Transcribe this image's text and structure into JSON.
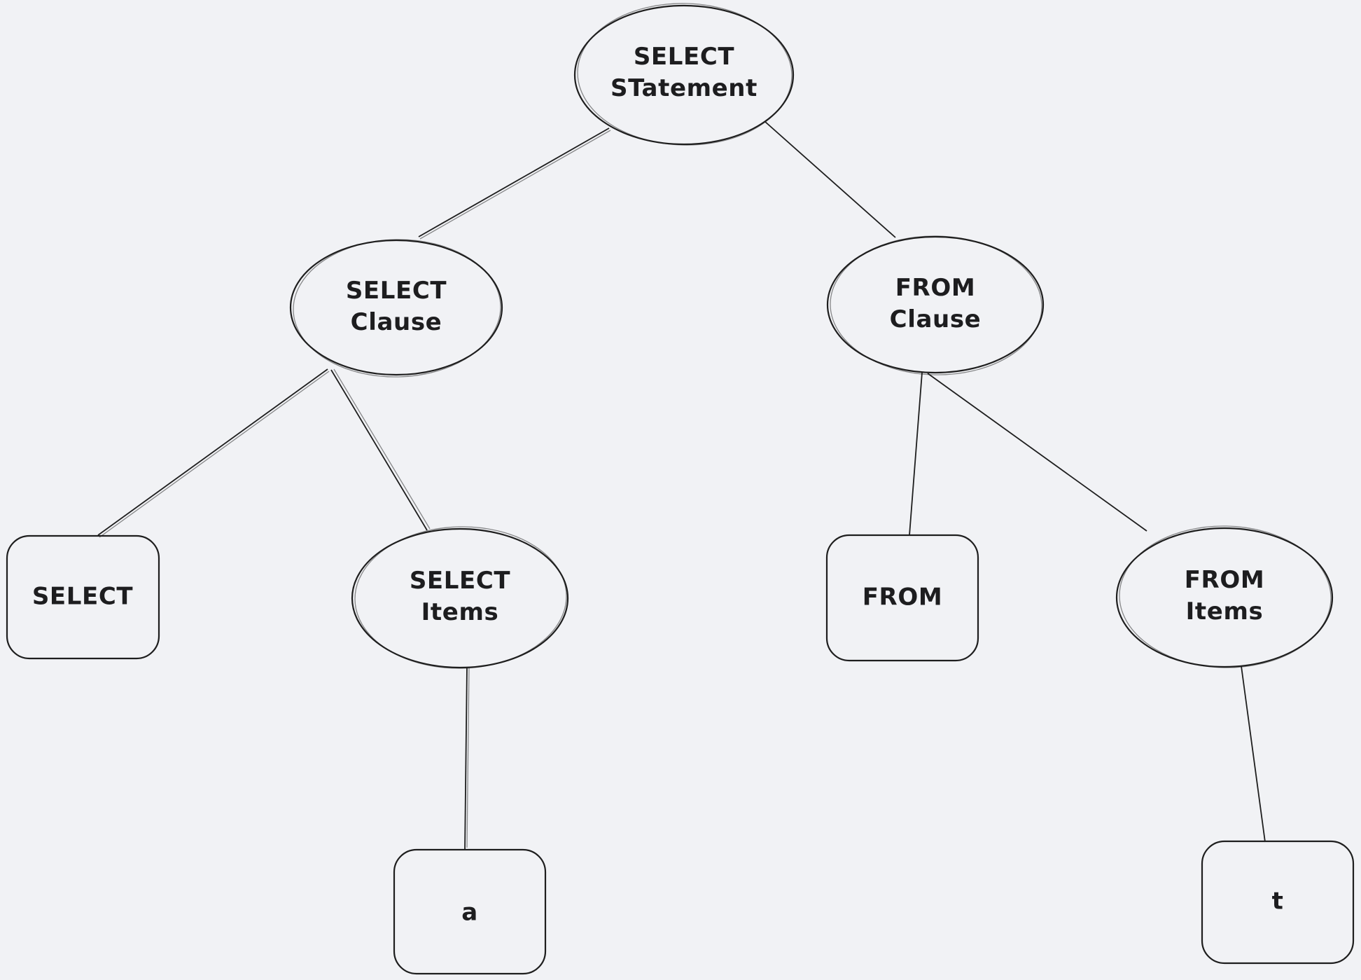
{
  "canvas": {
    "background_color": "#f1f2f5",
    "stroke_color": "#1e1e1e",
    "text_color": "#1d1d1f",
    "style": "hand-drawn-whiteboard"
  },
  "diagram": {
    "type": "tree",
    "description_visible_content_only": "SQL parse tree of ellipse and rounded-rectangle nodes joined by plain lines"
  },
  "nodes": {
    "select_statement": {
      "shape": "ellipse",
      "label": "SELECT\nSTatement"
    },
    "select_clause": {
      "shape": "ellipse",
      "label": "SELECT\nClause"
    },
    "from_clause": {
      "shape": "ellipse",
      "label": "FROM\nClause"
    },
    "select_keyword": {
      "shape": "rectangle",
      "label": "SELECT"
    },
    "select_items": {
      "shape": "ellipse",
      "label": "SELECT\nItems"
    },
    "from_keyword": {
      "shape": "rectangle",
      "label": "FROM"
    },
    "from_items": {
      "shape": "ellipse",
      "label": "FROM\nItems"
    },
    "item_a": {
      "shape": "rectangle",
      "label": "a"
    },
    "item_t": {
      "shape": "rectangle",
      "label": "t"
    }
  },
  "edges": [
    {
      "from": "select_statement",
      "to": "select_clause"
    },
    {
      "from": "select_statement",
      "to": "from_clause"
    },
    {
      "from": "select_clause",
      "to": "select_keyword"
    },
    {
      "from": "select_clause",
      "to": "select_items"
    },
    {
      "from": "select_items",
      "to": "item_a"
    },
    {
      "from": "from_clause",
      "to": "from_keyword"
    },
    {
      "from": "from_clause",
      "to": "from_items"
    },
    {
      "from": "from_items",
      "to": "item_t"
    }
  ]
}
